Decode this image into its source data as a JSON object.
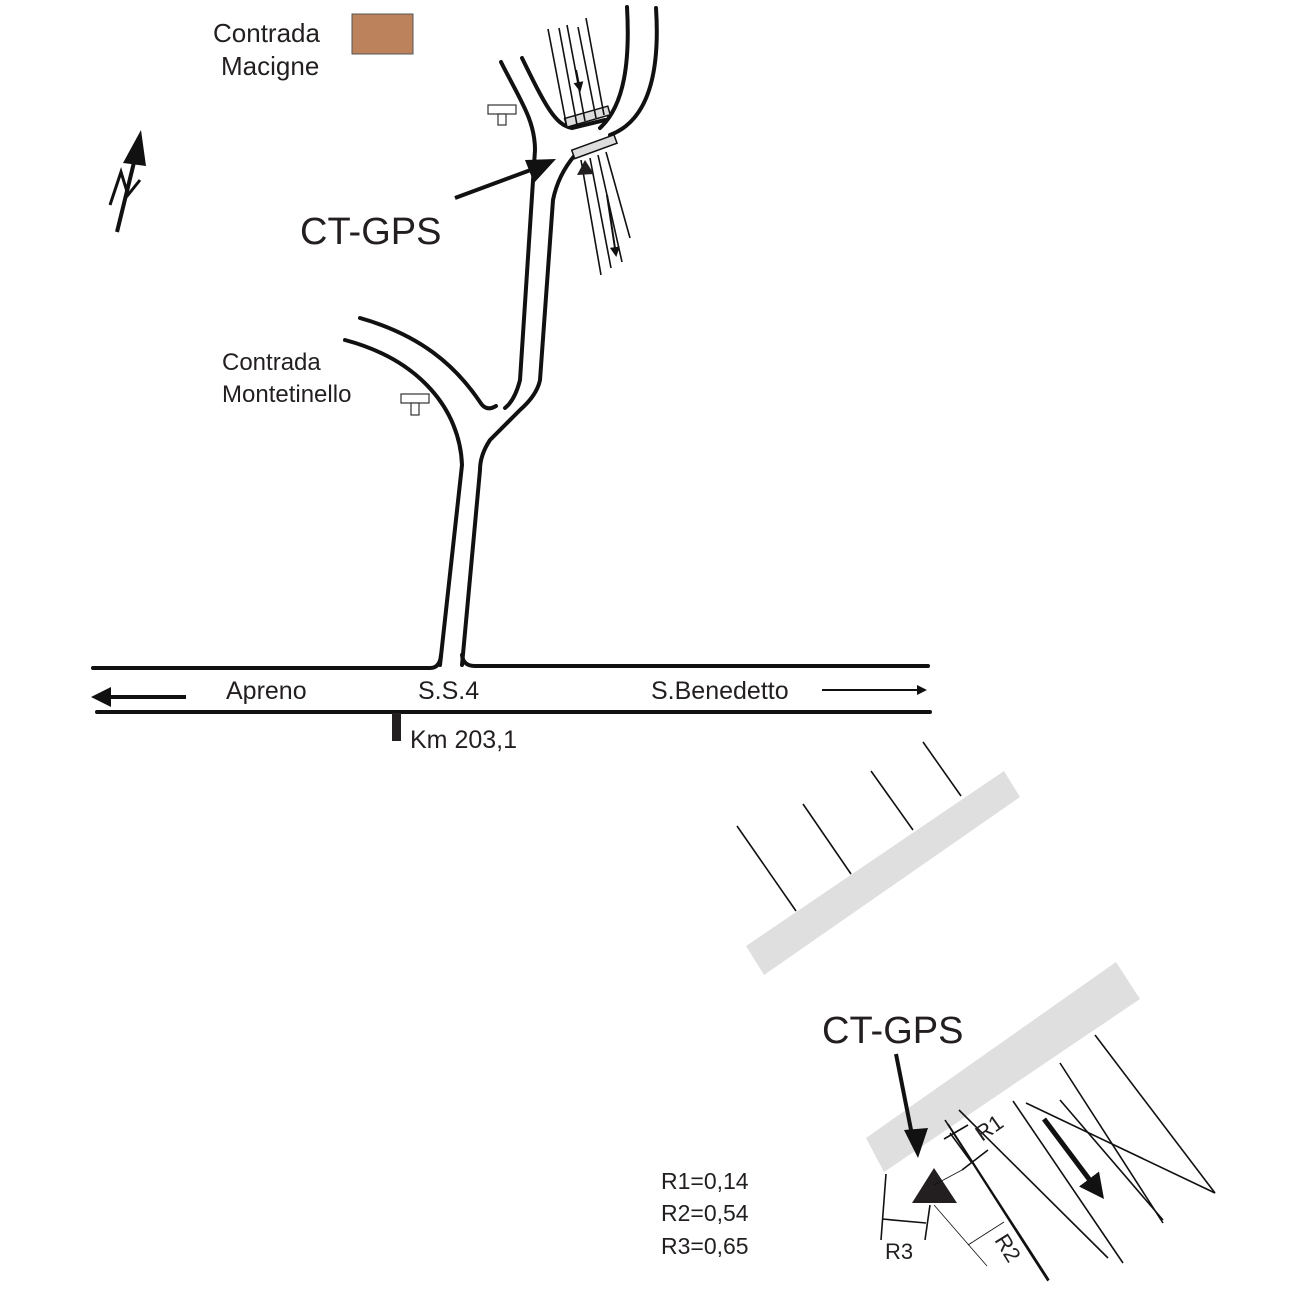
{
  "map": {
    "north_arrow": {
      "icon": "north-arrow-icon",
      "label": "N"
    },
    "legend": {
      "macigne": {
        "label_line1": "Contrada",
        "label_line2": "Macigne",
        "swatch_color": "#bb825c"
      }
    },
    "localities": {
      "montetinello": {
        "label_line1": "Contrada",
        "label_line2": "Montetinello"
      }
    },
    "station_label_top": "CT-GPS",
    "highway": {
      "name": "S.S.4",
      "west_destination": "Apreno",
      "east_destination": "S.Benedetto",
      "milestone": "Km 203,1"
    }
  },
  "detail": {
    "station_label": "CT-GPS",
    "dimension_labels": {
      "r1": "R1",
      "r2": "R2",
      "r3": "R3"
    },
    "measurements": [
      {
        "name": "R1",
        "value": "0,14",
        "text": "R1=0,14"
      },
      {
        "name": "R2",
        "value": "0,54",
        "text": "R2=0,54"
      },
      {
        "name": "R3",
        "value": "0,65",
        "text": "R3=0,65"
      }
    ],
    "colors": {
      "bridge_band": "#dfdfdf",
      "marker": "#231f20"
    }
  }
}
